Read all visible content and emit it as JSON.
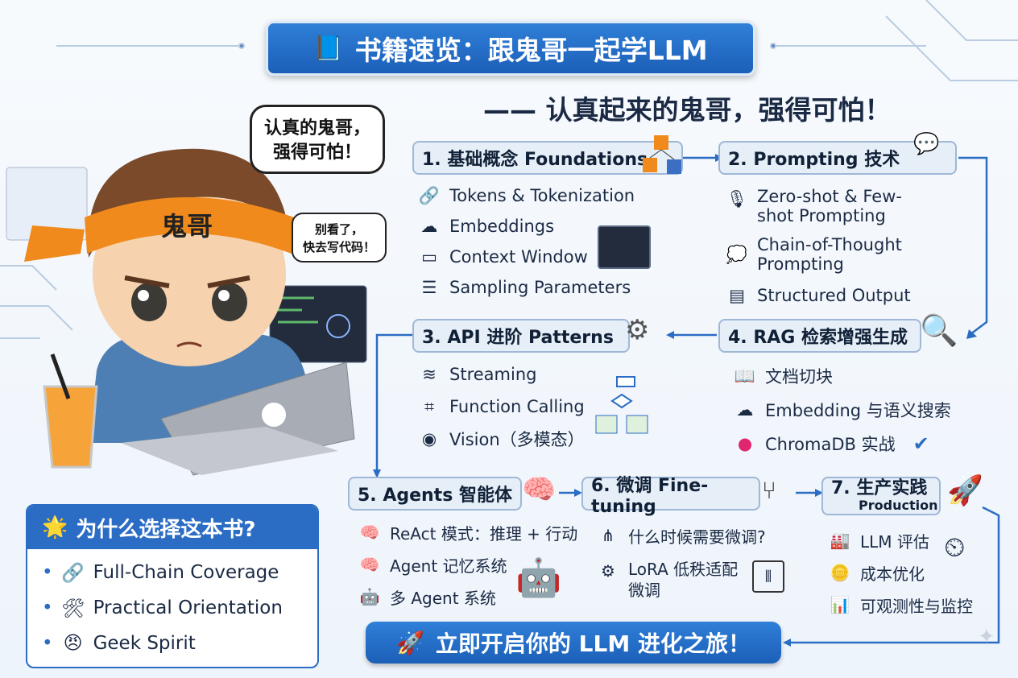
{
  "banner": {
    "icon": "book-icon",
    "title": "书籍速览：跟鬼哥一起学LLM"
  },
  "subtitle": "—— 认真起来的鬼哥，强得可怕！",
  "character": {
    "headband": "鬼哥",
    "bubble_main": [
      "认真的鬼哥，",
      "强得可怕！"
    ],
    "bubble_small": [
      "别看了，",
      "快去写代码！"
    ]
  },
  "sections": [
    {
      "title": "1. 基础概念 Foundations",
      "items": [
        {
          "icon": "link-icon",
          "label": "Tokens & Tokenization"
        },
        {
          "icon": "cloud-icon",
          "label": "Embeddings"
        },
        {
          "icon": "window-icon",
          "label": "Context Window"
        },
        {
          "icon": "sliders-icon",
          "label": "Sampling Parameters"
        }
      ]
    },
    {
      "title": "2. Prompting 技术",
      "items": [
        {
          "icon": "microphone-icon",
          "label": "Zero-shot & Few-shot Prompting"
        },
        {
          "icon": "thought-icon",
          "label": "Chain-of-Thought Prompting"
        },
        {
          "icon": "table-icon",
          "label": "Structured Output"
        }
      ]
    },
    {
      "title": "3. API 进阶 Patterns",
      "items": [
        {
          "icon": "stream-icon",
          "label": "Streaming"
        },
        {
          "icon": "chip-icon",
          "label": "Function Calling"
        },
        {
          "icon": "eye-icon",
          "label": "Vision（多模态）"
        }
      ]
    },
    {
      "title": "4. RAG 检索增强生成",
      "items": [
        {
          "icon": "doc-search-icon",
          "label": "文档切块"
        },
        {
          "icon": "cloud-search-icon",
          "label": "Embedding 与语义搜索"
        },
        {
          "icon": "chromadb-icon",
          "label": "ChromaDB 实战"
        }
      ]
    },
    {
      "title": "5. Agents 智能体",
      "items": [
        {
          "icon": "brain-icon",
          "label": "ReAct 模式：推理 + 行动"
        },
        {
          "icon": "brain-icon",
          "label": "Agent 记忆系统"
        },
        {
          "icon": "robots-icon",
          "label": "多 Agent 系统"
        }
      ]
    },
    {
      "title": "6. 微调 Fine-tuning",
      "items": [
        {
          "icon": "tree-icon",
          "label": "什么时候需要微调?"
        },
        {
          "icon": "gear-icon",
          "label": "LoRA 低秩适配微调"
        }
      ]
    },
    {
      "title": "7. 生产实践",
      "subtitle": "Production",
      "items": [
        {
          "icon": "factory-icon",
          "label": "LLM 评估"
        },
        {
          "icon": "coins-icon",
          "label": "成本优化"
        },
        {
          "icon": "dashboard-icon",
          "label": "可观测性与监控"
        }
      ]
    }
  ],
  "why": {
    "icon": "star-icon",
    "title": "为什么选择这本书?",
    "items": [
      {
        "icon": "link-icon",
        "label": "Full-Chain Coverage"
      },
      {
        "icon": "tools-icon",
        "label": "Practical Orientation"
      },
      {
        "icon": "avatar-icon",
        "label": "Geek Spirit"
      }
    ]
  },
  "cta": {
    "icon": "rocket-icon",
    "label": "立即开启你的 LLM 进化之旅！"
  },
  "colors": {
    "primary": "#2b6cc4",
    "headband": "#f08a1c",
    "header_bg": "#e6eef8"
  }
}
